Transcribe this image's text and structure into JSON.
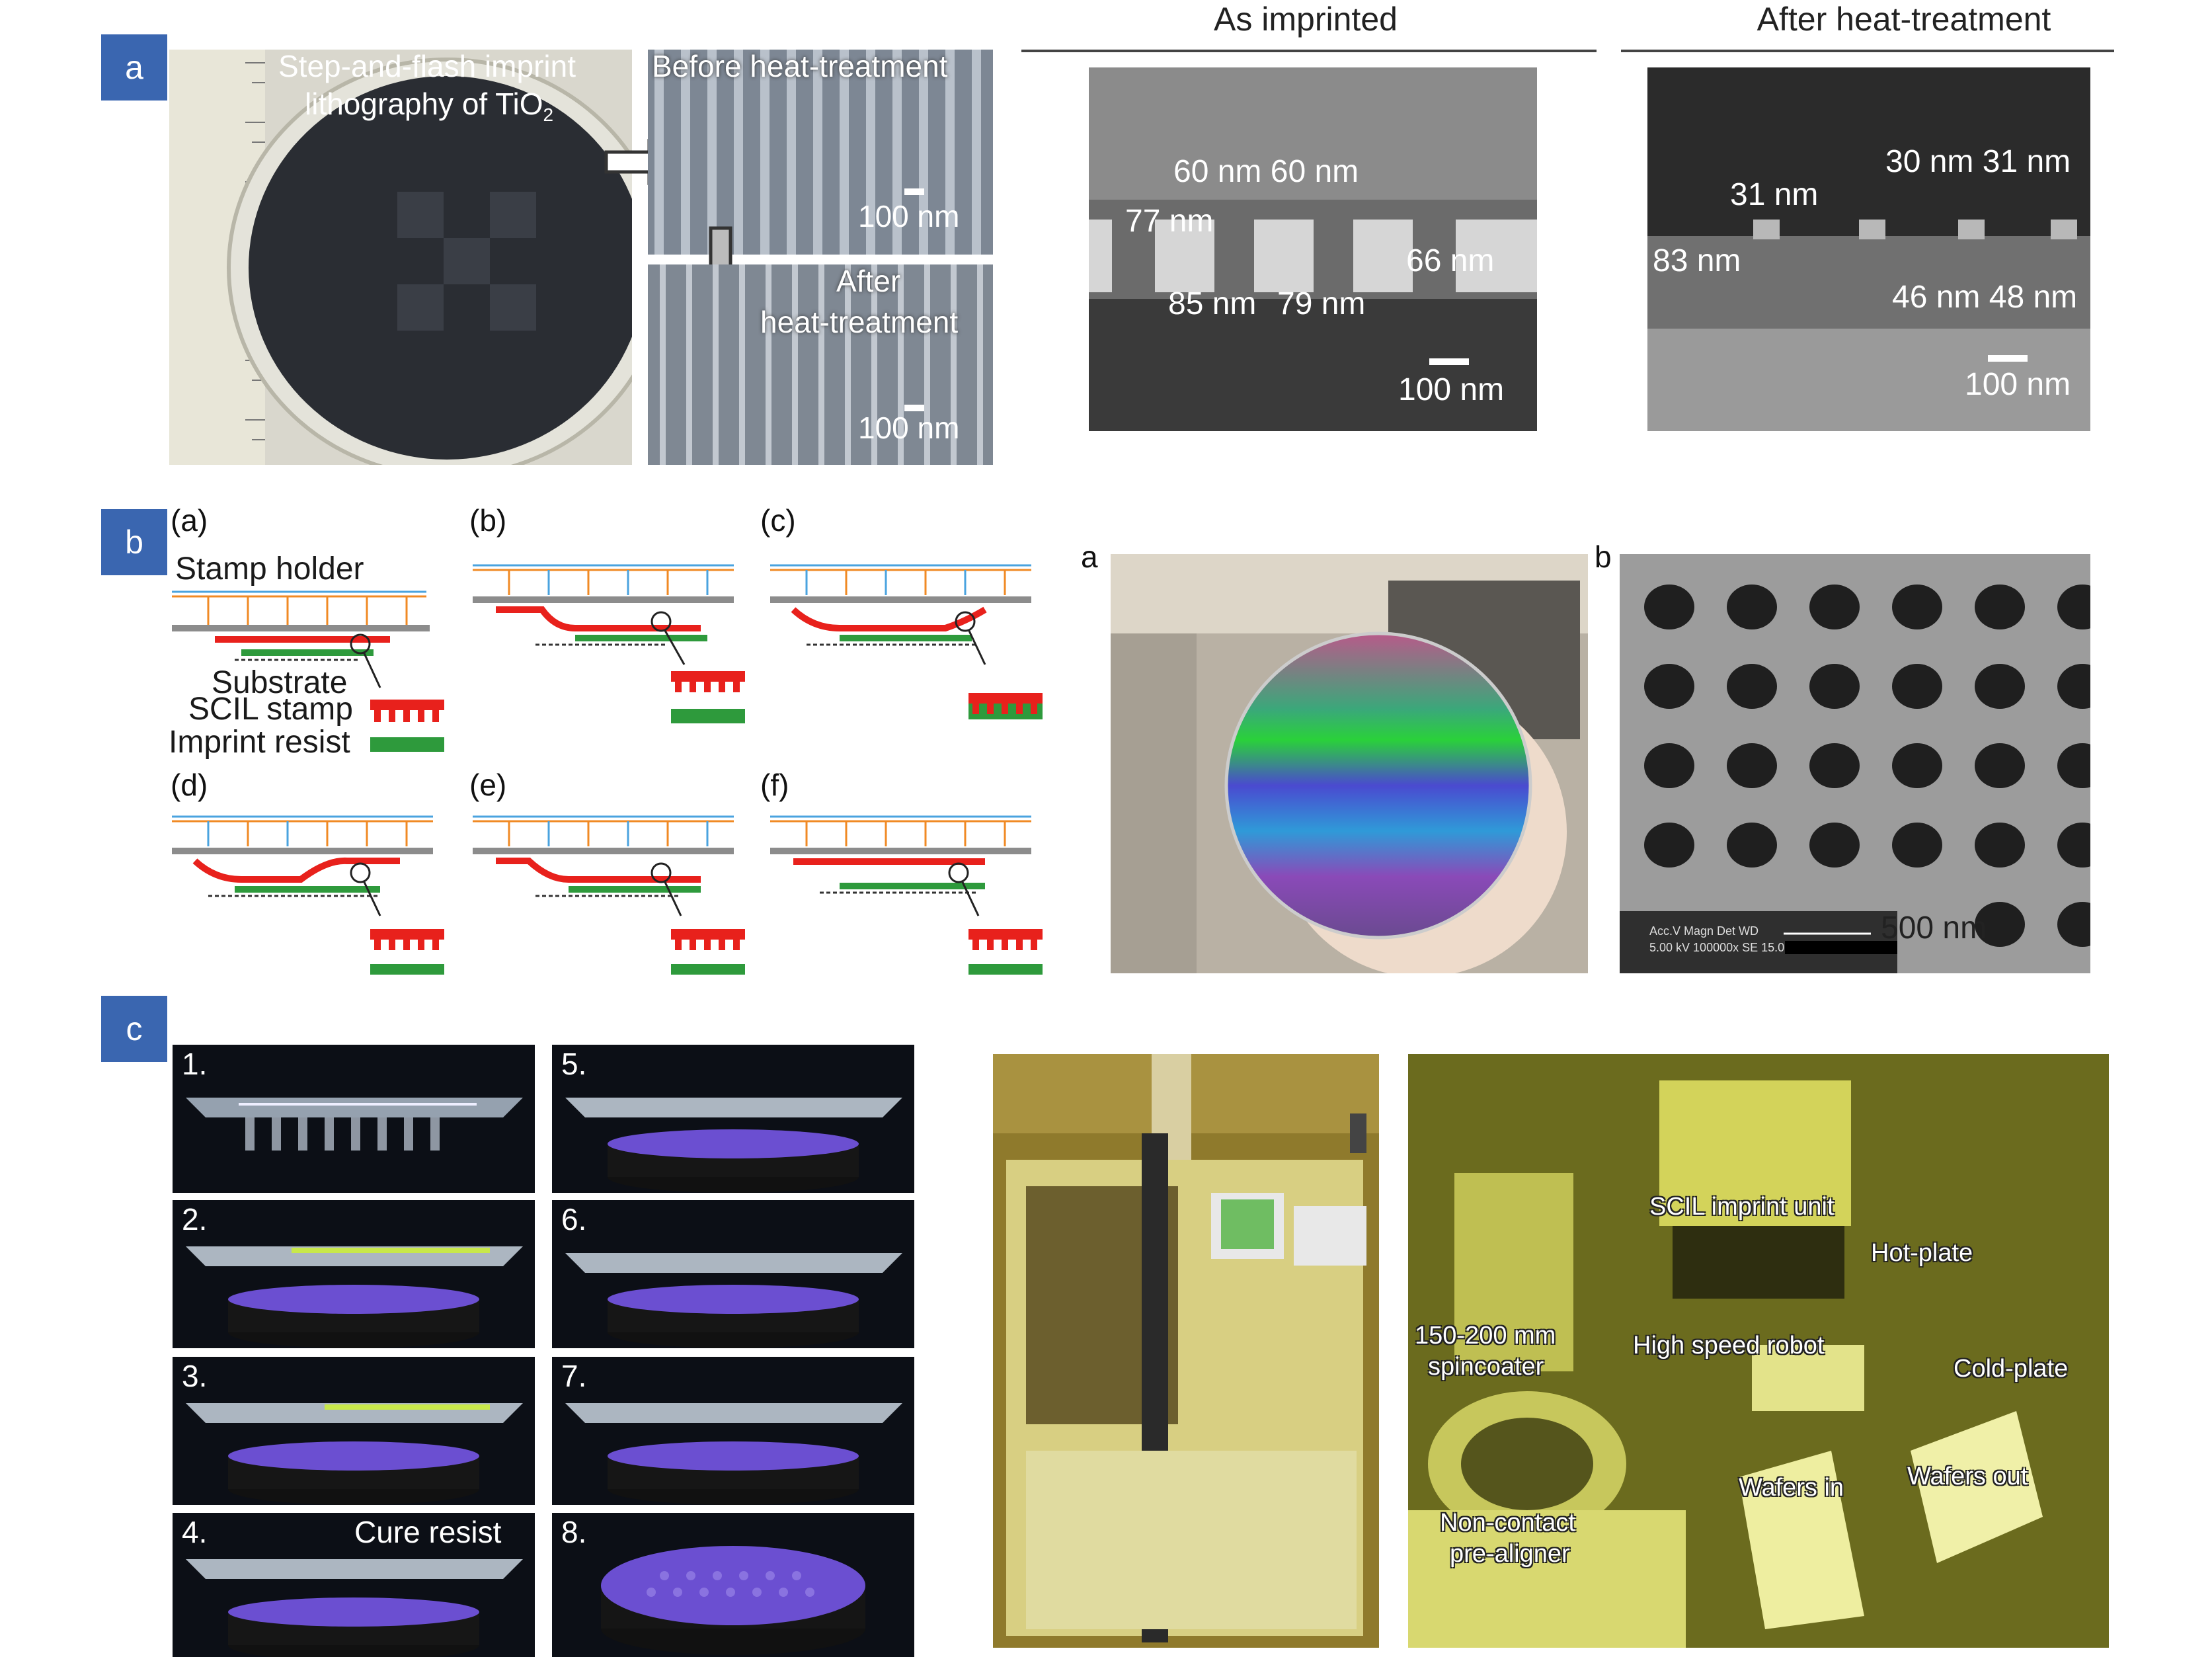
{
  "badges": {
    "a": "a",
    "b": "b",
    "c": "c"
  },
  "panel_a": {
    "wafer_title_line1": "Step-and-flash imprint",
    "wafer_title_line2": "lithography of TiO",
    "wafer_title_sub": "2",
    "before_label": "Before heat-treatment",
    "after_label_1": "After",
    "after_label_2": "heat-treatment",
    "scale_before": "100 nm",
    "scale_after": "100 nm",
    "header_as_imprinted": "As imprinted",
    "header_after_heat": "After heat-treatment",
    "as_imprinted": {
      "top_widths": "60 nm 60 nm",
      "height": "77 nm",
      "right_height": "66 nm",
      "bottom_widths_1": "85 nm",
      "bottom_widths_2": "79 nm",
      "scale": "100 nm"
    },
    "after_heat": {
      "top_widths": "30 nm 31 nm",
      "top_left": "31 nm",
      "height": "83 nm",
      "bottom_widths": "46 nm 48 nm",
      "scale": "100 nm"
    }
  },
  "panel_b": {
    "letters": [
      "(a)",
      "(b)",
      "(c)",
      "(d)",
      "(e)",
      "(f)"
    ],
    "stamp_holder": "Stamp holder",
    "substrate": "Substrate",
    "scil_stamp": "SCIL stamp",
    "imprint_resist": "Imprint resist",
    "photo_a_letter": "a",
    "photo_b_letter": "b",
    "sem_scale": "500 nm",
    "sem_meta_1": "Acc.V  Magn  Det  WD",
    "sem_meta_2": "5.00 kV 100000x SE  15.0"
  },
  "panel_c": {
    "steps": [
      "1.",
      "2.",
      "3.",
      "4.",
      "5.",
      "6.",
      "7.",
      "8."
    ],
    "cure_resist": "Cure resist",
    "labels": {
      "scil_unit": "SCIL imprint unit",
      "hot_plate": "Hot-plate",
      "spincoater_1": "150-200 mm",
      "spincoater_2": "spincoater",
      "robot": "High speed robot",
      "cold_plate": "Cold-plate",
      "wafers_in": "Wafers in",
      "wafers_out": "Wafers out",
      "aligner_1": "Non-contact",
      "aligner_2": "pre-aligner"
    }
  },
  "colors": {
    "badge": "#3a66b0",
    "stamp_red": "#e8211c",
    "resist_green": "#2e9a3c",
    "holder_orange": "#f08a24",
    "holder_blue": "#4aa3df",
    "machine_yellow": "#cfcf32"
  }
}
